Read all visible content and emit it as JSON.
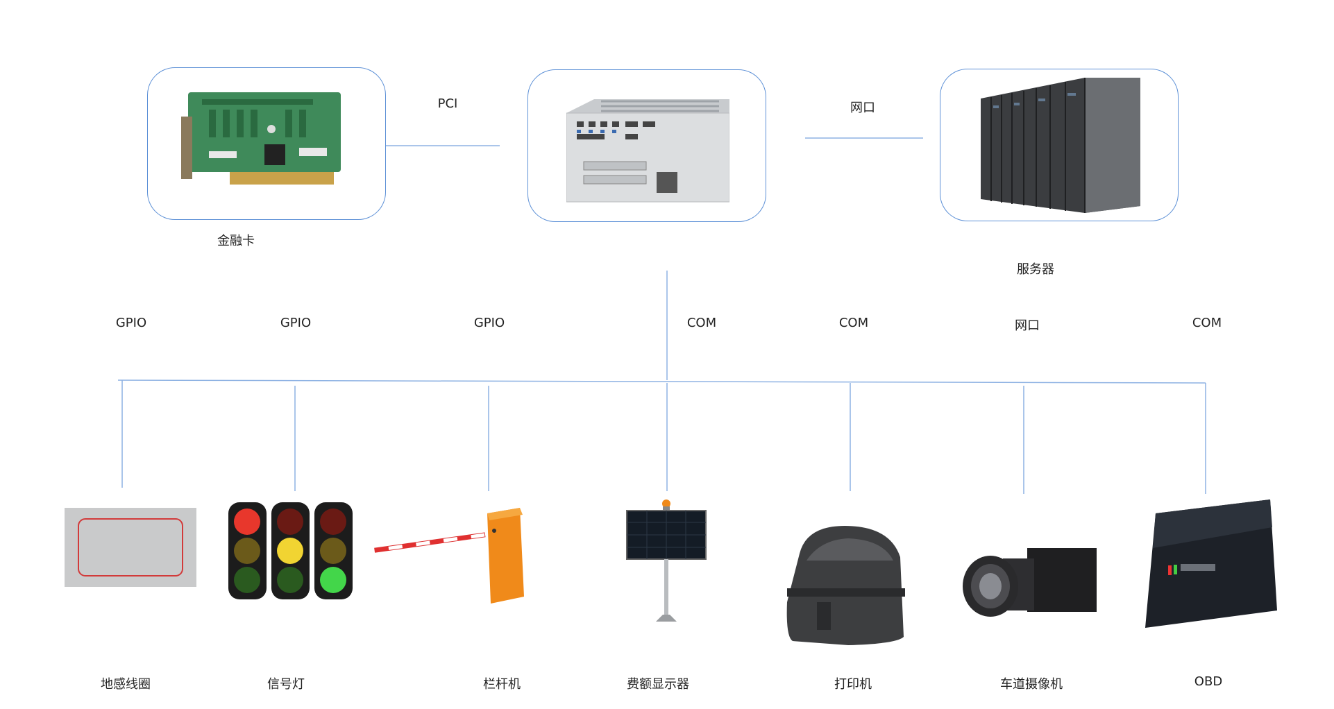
{
  "top_nodes": {
    "card": {
      "label": "金融卡",
      "icon": "pci-card-icon"
    },
    "controller": {
      "label": "",
      "icon": "industrial-pc-icon"
    },
    "server": {
      "label": "服务器",
      "icon": "server-rack-icon"
    }
  },
  "top_links": {
    "card_controller": "PCI",
    "controller_server": "网口"
  },
  "bus_links": [
    "GPIO",
    "GPIO",
    "GPIO",
    "COM",
    "COM",
    "网口",
    "COM"
  ],
  "devices": [
    {
      "label": "地感线圈",
      "icon": "loop-detector-icon"
    },
    {
      "label": "信号灯",
      "icon": "traffic-light-icon"
    },
    {
      "label": "栏杆机",
      "icon": "barrier-gate-icon"
    },
    {
      "label": "费额显示器",
      "icon": "fee-display-icon"
    },
    {
      "label": "打印机",
      "icon": "printer-icon"
    },
    {
      "label": "车道摄像机",
      "icon": "camera-icon"
    },
    {
      "label": "OBD",
      "icon": "obd-unit-icon"
    }
  ],
  "colors": {
    "line": "#8eb2e3",
    "box_border": "#5b8fd6"
  }
}
